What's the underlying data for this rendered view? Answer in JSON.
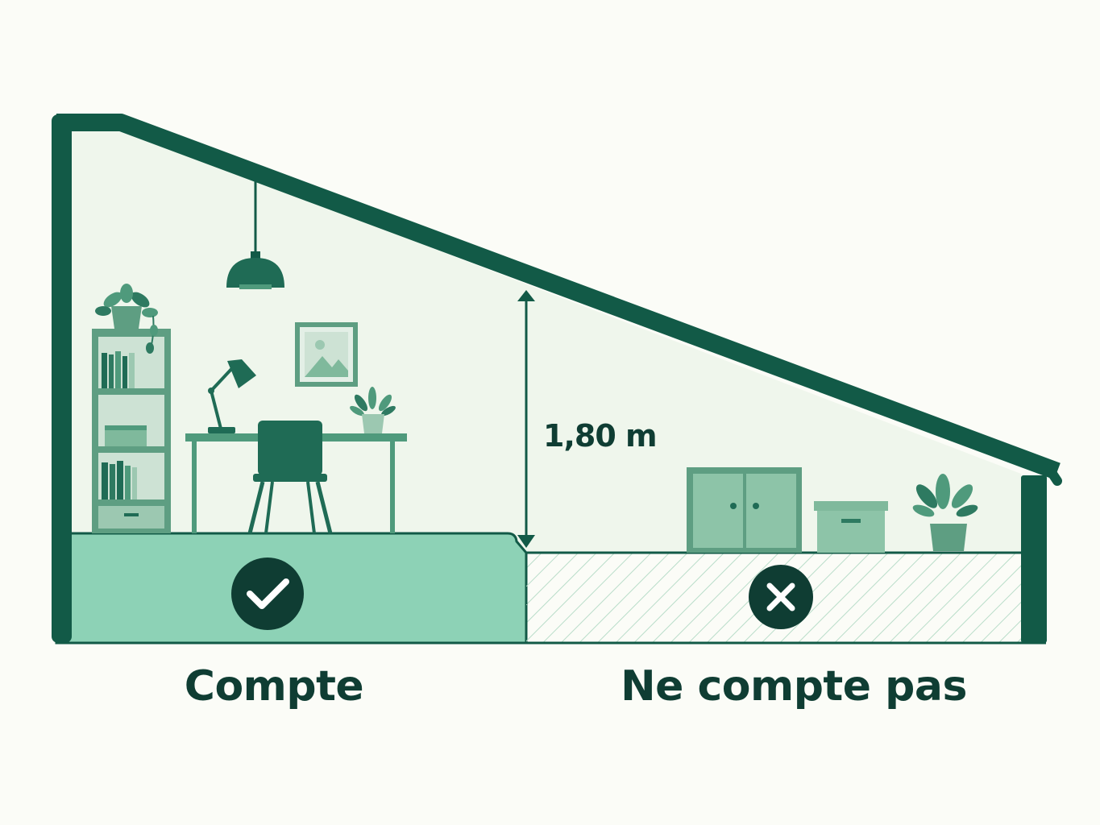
{
  "measurement": {
    "height_label": "1,80 m",
    "height_m": 1.8
  },
  "zones": {
    "counts": {
      "label": "Compte",
      "icon": "check-icon"
    },
    "not_counts": {
      "label": "Ne compte pas",
      "icon": "cross-icon"
    }
  },
  "colors": {
    "dark_green": "#125a47",
    "mint_fill": "#8dd2b6",
    "room_background": "#eff6ec",
    "furniture": "#4f9a7c",
    "text": "#0f3d33"
  }
}
